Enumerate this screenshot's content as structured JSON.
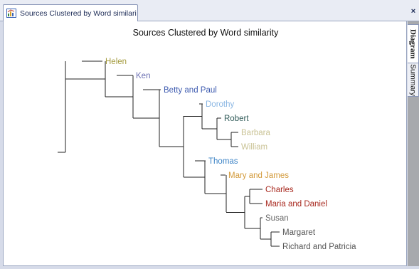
{
  "tab": {
    "label": "Sources Clustered by Word similari",
    "icon": "chart-icon",
    "close_label": "×"
  },
  "diagram": {
    "title": "Sources Clustered by Word similarity",
    "leaves": [
      {
        "name": "Helen",
        "color": "#a39a3c"
      },
      {
        "name": "Ken",
        "color": "#6a6fb2"
      },
      {
        "name": "Betty and Paul",
        "color": "#3f5cb0"
      },
      {
        "name": "Dorothy",
        "color": "#8ab6e3"
      },
      {
        "name": "Robert",
        "color": "#2f5a58"
      },
      {
        "name": "Barbara",
        "color": "#c9c294"
      },
      {
        "name": "William",
        "color": "#c9c294"
      },
      {
        "name": "Thomas",
        "color": "#3d84c6"
      },
      {
        "name": "Mary and James",
        "color": "#d39a3a"
      },
      {
        "name": "Charles",
        "color": "#a8291f"
      },
      {
        "name": "Maria and Daniel",
        "color": "#a8291f"
      },
      {
        "name": "Susan",
        "color": "#666666"
      },
      {
        "name": "Margaret",
        "color": "#555555"
      },
      {
        "name": "Richard and Patricia",
        "color": "#555555"
      }
    ]
  },
  "sidebar": {
    "tabs": [
      {
        "label": "Diagram",
        "active": true
      },
      {
        "label": "Summary",
        "active": false
      }
    ]
  }
}
